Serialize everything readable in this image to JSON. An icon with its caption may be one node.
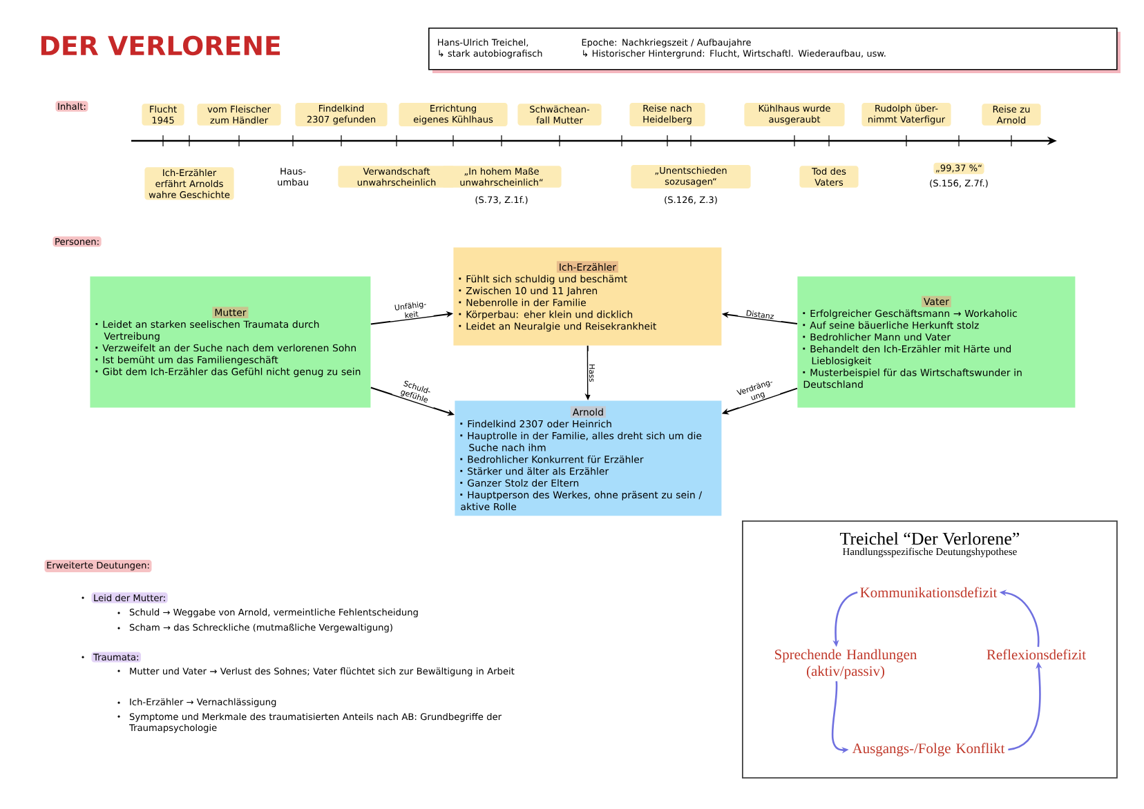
{
  "diagram": {
    "title": "DER VERLORENE",
    "nodes": [
      {
        "text": [
          "Hans-Ulrich Treichel,",
          "Epoche: Nachkriegszeit / Aufbaujahre",
          "↳ stark autobiografisch",
          "↳ Historischer Hintergrund: Flucht, Wirtschaftl. Wiederaufbau, usw."
        ]
      },
      {
        "text": [
          "Ich-Erzähler",
          "Fühlt sich schuldig und beschämt",
          "Zwischen 10 und 11 Jahren",
          "Nebenrolle in der Familie",
          "Körperbau: eher klein und dicklich",
          "Leidet an Neuralgie und Reisekrankheit"
        ]
      },
      {
        "text": [
          "Mutter",
          "Leidet an starken seelischen Traumata durch Vertreibung",
          "Verzweifelt an der Suche nach dem verlorenen Sohn",
          "Ist bemüht um das Familiengeschäft",
          "Gibt dem Ich-Erzähler das Gefühl nicht genug zu sein"
        ]
      },
      {
        "text": [
          "Vater",
          "Erfolgreicher Geschäftsmann → Workaholic",
          "Auf seine bäuerliche Herkunft stolz",
          "Bedrohlicher Mann und Vater",
          "Behandelt den Ich-Erzähler mit Härte und Lieblosigkeit",
          "Musterbeispiel für das Wirtschaftswunder in Deutschland"
        ]
      },
      {
        "text": [
          "Arnold",
          "Findelkind 2307 oder Heinrich",
          "Hauptrolle in der Familie, alles dreht sich um die Suche nach ihm",
          "Bedrohlicher Konkurrent für Erzähler",
          "Stärker und älter als Erzähler",
          "Ganzer Stolz der Eltern",
          "Hauptperson des Werkes, ohne präsent zu sein / aktive Rolle"
        ]
      },
      {
        "text": [
          "Treichel “Der Verlorene”",
          "Handlungsspezifische Deutungshypothese"
        ]
      },
      {
        "text": [
          "Kommunikationsdefizit"
        ],
        "in": 5
      },
      {
        "text": [
          "Sprechende Handlungen (aktiv/passiv)"
        ],
        "in": 5
      },
      {
        "text": [
          "Reflexionsdefizit"
        ],
        "in": 5
      },
      {
        "text": [
          "Ausgangs-/Folge Konflikt"
        ],
        "in": 5
      }
    ],
    "edges": [
      {
        "from": 2,
        "to": 1,
        "arrow": "to",
        "label": "Unfähig- keit"
      },
      {
        "from": 2,
        "to": 4,
        "arrow": "to",
        "label": "Schuld- gefühle"
      },
      {
        "from": 1,
        "to": 4,
        "arrow": "to",
        "label": "Hass"
      },
      {
        "from": 3,
        "to": 1,
        "arrow": "to",
        "label": "Distanz"
      },
      {
        "from": 3,
        "to": 4,
        "arrow": "to",
        "label": "Verdräng- ung"
      },
      {
        "from": 6,
        "to": 7,
        "arrow": "to",
        "color": "#6f70e0"
      },
      {
        "from": 7,
        "to": 9,
        "arrow": "to",
        "color": "#6f70e0"
      },
      {
        "from": 9,
        "to": 8,
        "arrow": "to",
        "color": "#6f70e0"
      },
      {
        "from": 8,
        "to": 6,
        "arrow": "to",
        "color": "#6f70e0"
      }
    ],
    "labels": [
      "Inhalt:",
      "Flucht 1945",
      "vom Fleischer zum Händler",
      "Findelkind 2307 gefunden",
      "Errichtung eigenes Kühlhaus",
      "Schwächean- fall Mutter",
      "Reise nach Heidelberg",
      "Kühlhaus wurde ausgeraubt",
      "Rudolph über- nimmt Vaterfigur",
      "Reise zu Arnold",
      "Ich-Erzähler erfährt Arnolds wahre Geschichte",
      "Haus- umbau",
      "Verwandschaft unwahrscheinlich",
      "„In hohem Maße unwahrscheinlich“",
      "(S.73, Z.1f.)",
      "„Unentschieden sozusagen“",
      "(S.126, Z.3)",
      "Tod des Vaters",
      "„99,37 %“",
      "(S.156, Z.7f.)",
      "Personen:",
      "Erweiterte Deutungen:",
      "Leid der Mutter:",
      "Schuld → Weggabe von Arnold, vermeintliche Fehlentscheidung",
      "Scham → das Schreckliche (mutmaßliche Vergewaltigung)",
      "Traumata:",
      "Mutter und Vater → Verlust des Sohnes; Vater flüchtet sich zur Bewältigung in Arbeit",
      "Ich-Erzähler → Vernachlässigung",
      "Symptome und Merkmale des traumatisierten Anteils nach AB: Grundbegriffe der Traumapsychologie"
    ]
  }
}
